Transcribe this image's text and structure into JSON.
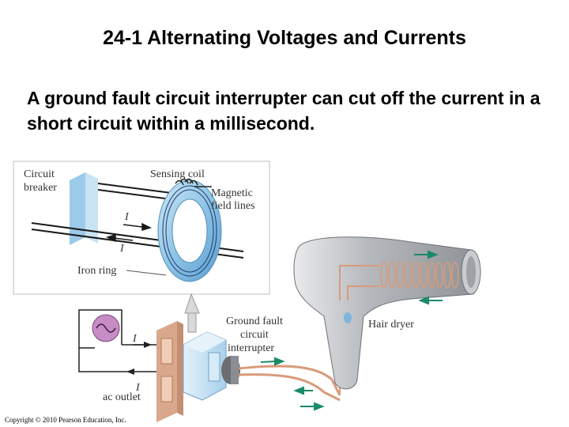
{
  "slide": {
    "title": "24-1 Alternating Voltages and Currents",
    "body": "A ground fault circuit interrupter can cut off the current in a short circuit within a millisecond.",
    "copyright": "Copyright © 2010 Pearson Education, Inc."
  },
  "diagram": {
    "labels": {
      "circuit_breaker_1": "Circuit",
      "circuit_breaker_2": "breaker",
      "sensing_coil": "Sensing coil",
      "magnetic_1": "Magnetic",
      "magnetic_2": "field lines",
      "current_top": "I",
      "current_bottom": "I",
      "iron_ring": "Iron ring",
      "gfci_1": "Ground fault",
      "gfci_2": "circuit",
      "gfci_3": "interrupter",
      "hair_dryer": "Hair dryer",
      "outlet_current_top": "I",
      "outlet_current_bottom": "I",
      "ac_outlet": "ac outlet"
    },
    "colors": {
      "ring_blue": "#8fc4e6",
      "ring_dark": "#5b9ecf",
      "box_blue": "#bcdcf2",
      "outlet_tan": "#e9c2a8",
      "dryer_gray": "#a9acb0",
      "wire_orange": "#d99a7a",
      "arrow_green": "#1a8a6a",
      "source_purple": "#c78bc6"
    }
  }
}
